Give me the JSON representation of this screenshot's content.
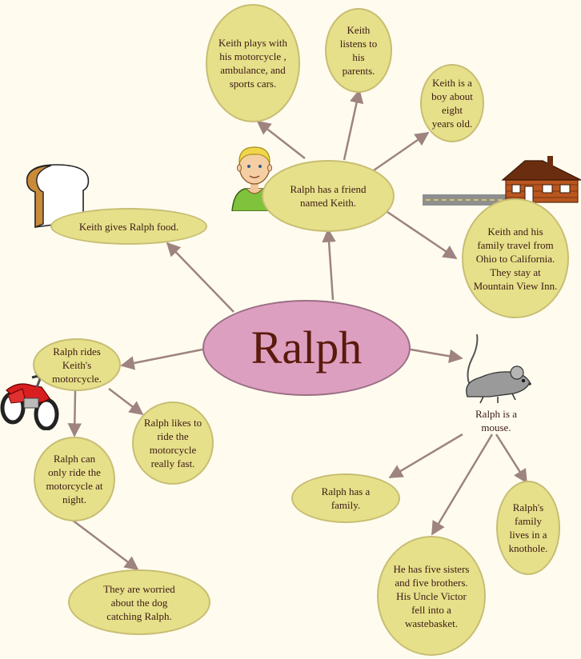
{
  "center": {
    "label": "Ralph"
  },
  "nodes": {
    "friend_keith": "Ralph has a friend named Keith.",
    "keith_plays": "Keith plays with his motorcycle , ambulance, and sports cars.",
    "keith_listens": "Keith listens to his parents.",
    "keith_boy": "Keith is a boy about eight years old.",
    "keith_travel": "Keith and his family travel from Ohio to California. They stay at Mountain View Inn.",
    "keith_food": "Keith gives Ralph food.",
    "rides": "Ralph rides Keith's motorcycle.",
    "likes_fast": "Ralph likes to ride the motorcycle really fast.",
    "night": "Ralph can only ride the motorcycle at night.",
    "worried": "They are worried about the dog catching Ralph.",
    "mouse": "Ralph is a mouse.",
    "family": "Ralph has a family.",
    "knothole": "Ralph's family lives in a knothole.",
    "siblings": "He has five sisters and five brothers. His Uncle Victor fell into a wastebasket."
  },
  "icons": [
    "boy-icon",
    "bread-icon",
    "house-icon",
    "motorcycle-icon",
    "mouse-icon"
  ],
  "colors": {
    "background": "#fffcef",
    "node_fill": "#e6e08a",
    "center_fill": "#dd9fc0",
    "arrow": "#9e8380",
    "text": "#3b1a14"
  }
}
